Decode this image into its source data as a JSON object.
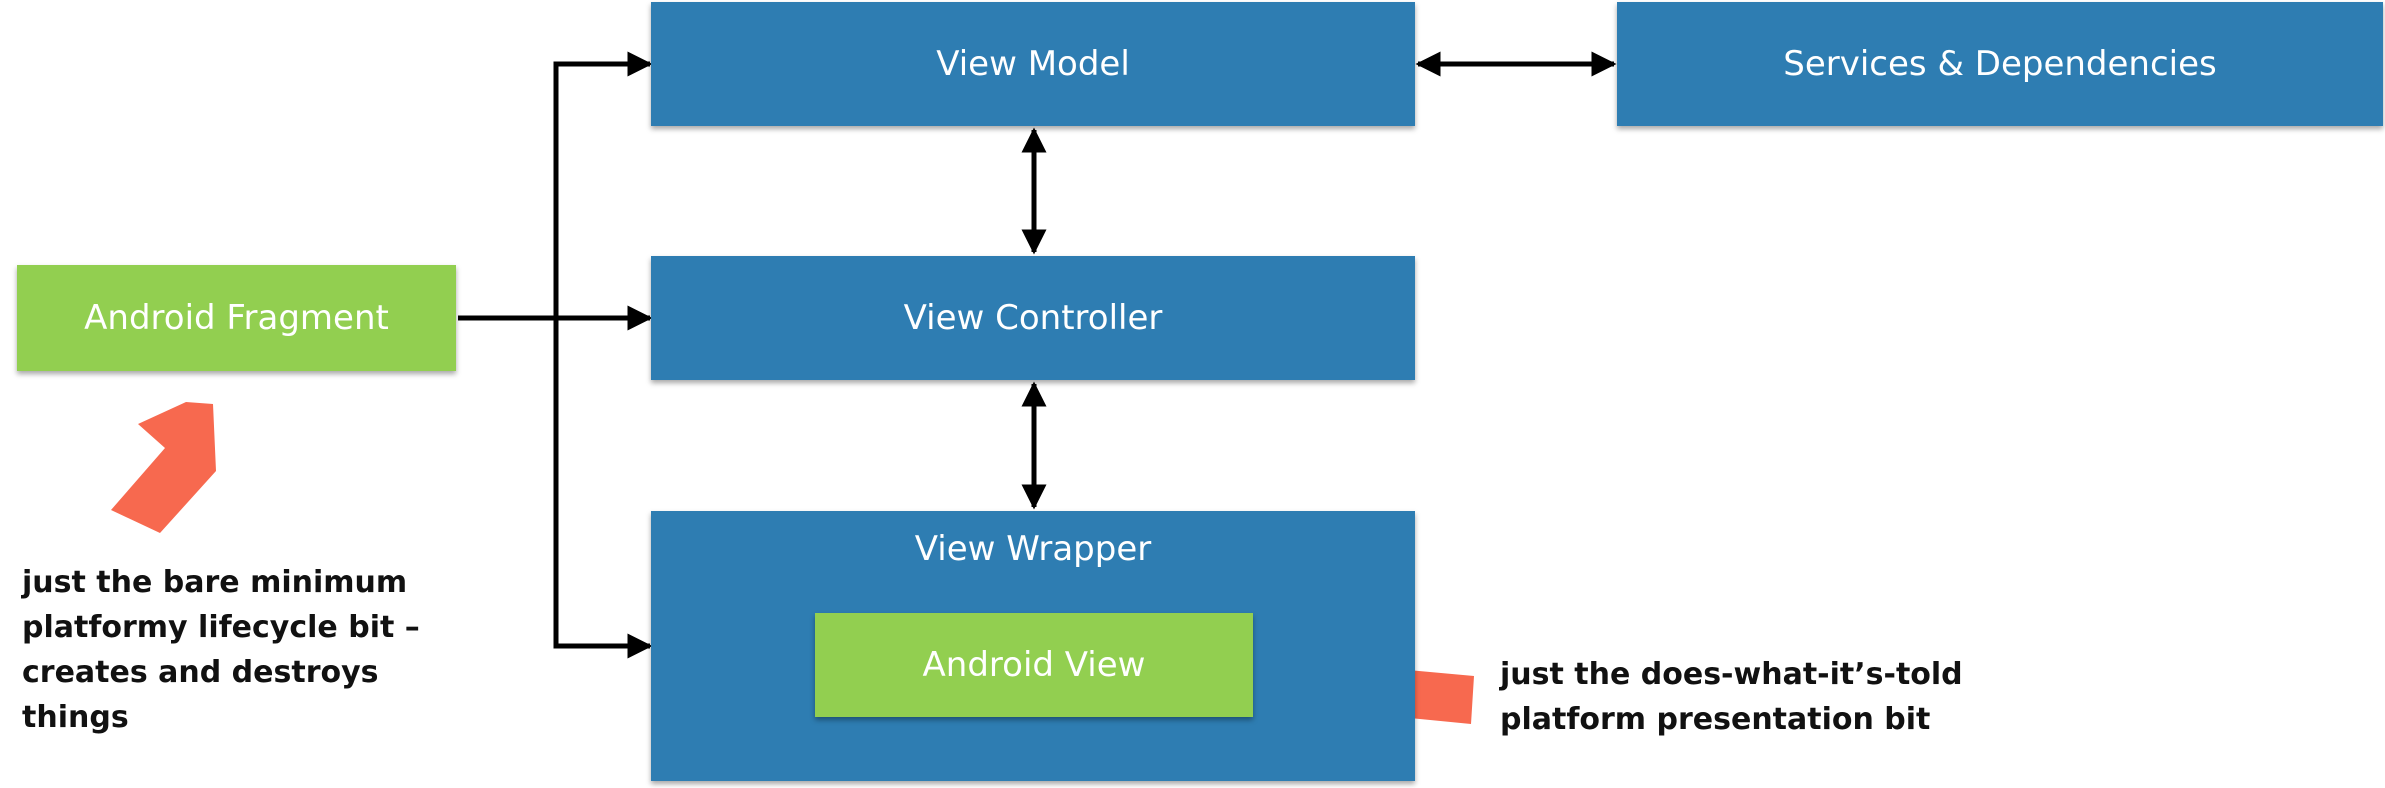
{
  "nodes": {
    "view_model": "View Model",
    "services": "Services & Dependencies",
    "android_fragment": "Android Fragment",
    "view_controller": "View Controller",
    "view_wrapper": "View Wrapper",
    "android_view": "Android View"
  },
  "notes": {
    "fragment_note": [
      "just the bare minimum",
      "platformy lifecycle bit –",
      "creates and destroys",
      "things"
    ],
    "view_note": [
      "just the does-what-it’s-told",
      "platform presentation bit"
    ]
  },
  "colors": {
    "box_blue": "#2e7db2",
    "box_green": "#92cf50",
    "callout_arrow": "#f7694f",
    "connector": "#000000"
  }
}
